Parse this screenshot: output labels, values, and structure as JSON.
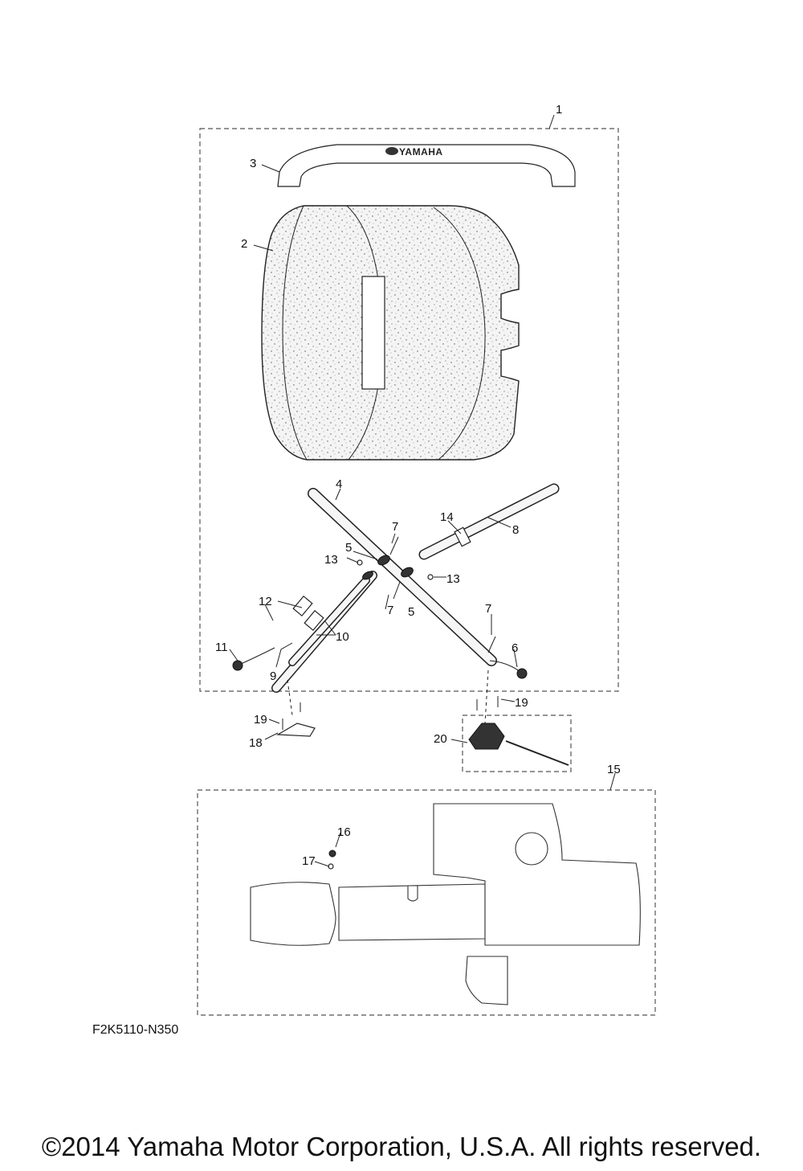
{
  "drawing_code": "F2K5110-N350",
  "copyright": "©2014 Yamaha Motor Corporation, U.S.A. All rights reserved.",
  "brand_text": "YAMAHA",
  "callouts": {
    "c1": "1",
    "c2": "2",
    "c3": "3",
    "c4": "4",
    "c5a": "5",
    "c5b": "5",
    "c6": "6",
    "c7a": "7",
    "c7b": "7",
    "c7c": "7",
    "c8": "8",
    "c9": "9",
    "c10": "10",
    "c11": "11",
    "c12": "12",
    "c13a": "13",
    "c13b": "13",
    "c14": "14",
    "c15": "15",
    "c16": "16",
    "c17": "17",
    "c18": "18",
    "c19a": "19",
    "c19b": "19",
    "c20": "20"
  }
}
